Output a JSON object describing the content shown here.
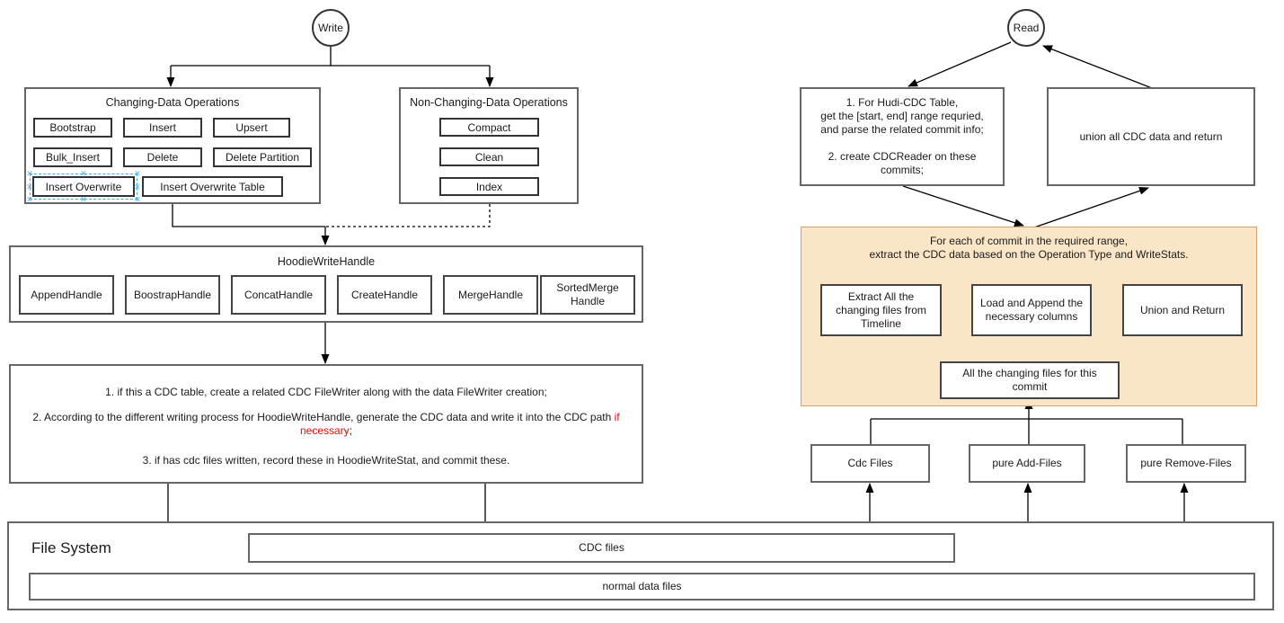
{
  "diagram": {
    "write": {
      "entry_label": "Write",
      "changing_ops": {
        "title": "Changing-Data Operations",
        "items": [
          "Bootstrap",
          "Insert",
          "Upsert",
          "Bulk_Insert",
          "Delete",
          "Delete Partition",
          "Insert  Overwrite",
          "Insert  Overwrite Table"
        ],
        "selected_item": "Insert  Overwrite"
      },
      "non_changing_ops": {
        "title": "Non-Changing-Data Operations",
        "items": [
          "Compact",
          "Clean",
          "Index"
        ]
      },
      "write_handle": {
        "title": "HoodieWriteHandle",
        "items": [
          "AppendHandle",
          "BoostrapHandle",
          "ConcatHandle",
          "CreateHandle",
          "MergeHandle",
          "SortedMerge\nHandle"
        ]
      },
      "steps": {
        "s1": "1. if this a CDC table, create a related CDC FileWriter along with the data FileWriter creation;",
        "s2_prefix": "2. According to the different writing process for HoodieWriteHandle, generate the CDC data and write it into the CDC path ",
        "s2_red": "if necessary",
        "s2_suffix": ";",
        "s3": "3. if has cdc files written, record these in HoodieWriteStat, and commit these."
      }
    },
    "read": {
      "entry_label": "Read",
      "prepare_box": "1. For Hudi-CDC Table,\nget the [start, end] range requried,\nand parse the related commit info;\n\n2. create CDCReader on these\ncommits;",
      "union_box": "union all CDC data and return",
      "per_commit": {
        "title": "For each of commit in the required range,\nextract the CDC data based on the Operation Type and WriteStats.",
        "extract_box": "Extract All the\nchanging files from\nTimeline",
        "load_box": "Load and Append the\nnecessary columns",
        "union_return_box": "Union and Return",
        "changing_files_box": "All the changing files for this\ncommit"
      },
      "file_groups": [
        "Cdc Files",
        "pure Add-Files",
        "pure Remove-Files"
      ]
    },
    "file_system": {
      "title": "File System",
      "cdc_bar": "CDC files",
      "normal_bar": "normal data files"
    },
    "colors": {
      "orange_fill": "#FBE5C7",
      "orange_border": "#D8A05E",
      "selection_blue": "#29B6F2",
      "highlight_red": "#FF0000"
    }
  }
}
